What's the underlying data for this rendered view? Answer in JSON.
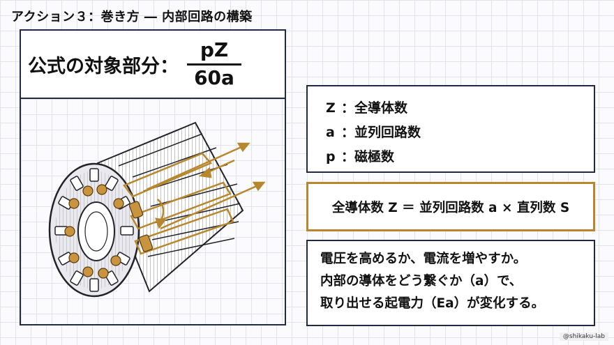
{
  "title": "アクション３：巻き方 ― 内部回路の構築",
  "formula": {
    "label": "公式の対象部分：",
    "numerator": "pZ",
    "denominator": "60a"
  },
  "variables": [
    {
      "symbol": "Z",
      "desc": "：全導体数"
    },
    {
      "symbol": "a",
      "desc": "：並列回路数"
    },
    {
      "symbol": "p",
      "desc": "：磁極数"
    }
  ],
  "equation": "全導体数 Z ＝ 並列回路数 a × 直列数 S",
  "description": [
    "電圧を高めるか、電流を増やすか。",
    "内部の導体をどう繋ぐか（a）で、",
    "取り出せる起電力（Ea）が変化する。"
  ],
  "credit": "@shikaku-lab",
  "colors": {
    "accent": "#b8862c",
    "border": "#1f2a44",
    "ink": "#111111"
  },
  "icons": {
    "armature": "armature-core-illustration"
  }
}
